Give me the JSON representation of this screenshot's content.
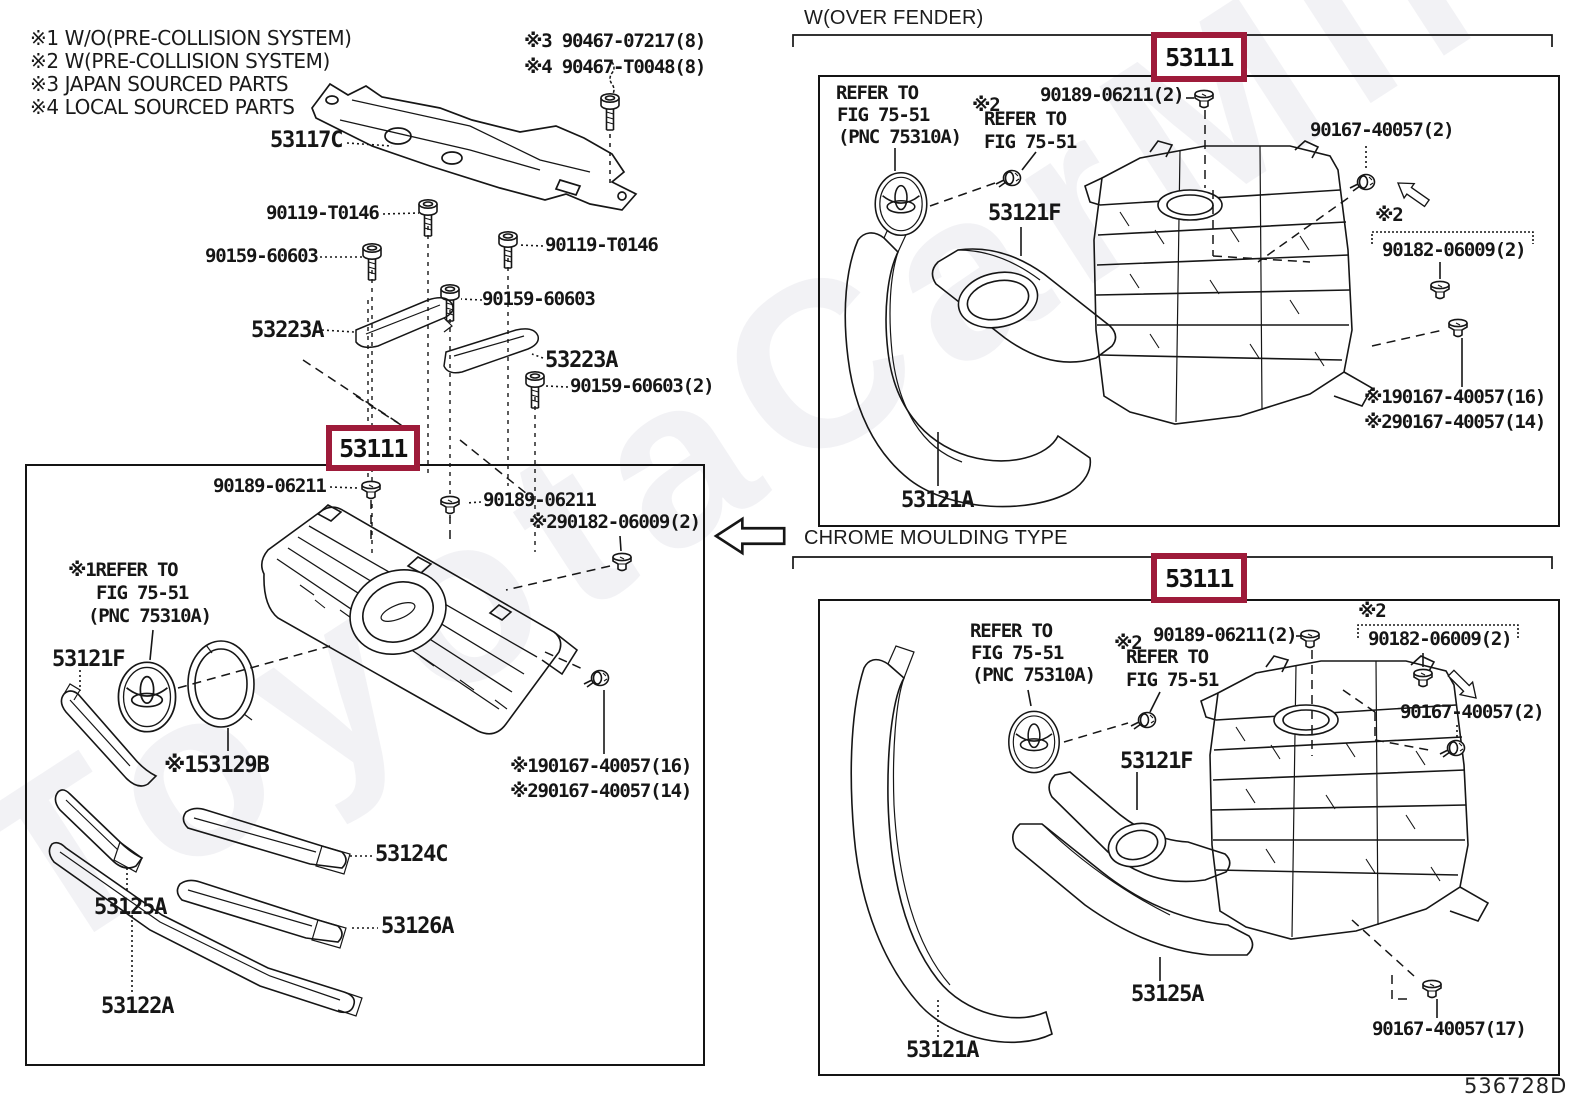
{
  "watermark": {
    "text": "ToyotaCarMirror.ru"
  },
  "badge_text": "53111",
  "diagram_code": "536728D",
  "accent_color": "#9e1b3a",
  "legend": {
    "line1": "※1 W/O(PRE-COLLISION SYSTEM)",
    "line2": "※2 W(PRE-COLLISION SYSTEM)",
    "line3": "※3 JAPAN SOURCED PARTS",
    "line4": "※4 LOCAL SOURCED PARTS"
  },
  "top": {
    "bolt3": "※3 90467-07217(8)",
    "bolt4": "※4 90467-T0048(8)",
    "cover": "53117C",
    "bolt_a": "90119-T0146",
    "bolt_b": "90159-60603",
    "bolt_c": "90119-T0146",
    "bolt_d": "90159-60603",
    "brace_l": "53223A",
    "brace_r": "53223A",
    "bolt_e": "90159-60603(2)"
  },
  "left_box": {
    "clip_a": "90189-06211",
    "clip_b": "90189-06211",
    "nut2": "※290182-06009(2)",
    "refer_a1": "※1REFER TO",
    "refer_a2": "FIG 75-51",
    "refer_a3": "(PNC 75310A)",
    "p53121f": "53121F",
    "p53129b": "※153129B",
    "screw16": "※190167-40057(16)",
    "screw14": "※290167-40057(14)",
    "p53124c": "53124C",
    "p53125a": "53125A",
    "p53126a": "53126A",
    "p53122a": "53122A"
  },
  "fender_box": {
    "title": "W(OVER FENDER)",
    "refer_a1": "REFER TO",
    "refer_a2": "FIG 75-51",
    "refer_a3": "(PNC 75310A)",
    "x2": "※2",
    "refer_b1": "REFER TO",
    "refer_b2": "FIG 75-51",
    "clip2": "90189-06211(2)",
    "screw2": "90167-40057(2)",
    "p53121f": "53121F",
    "x2b": "※2",
    "nut2": "90182-06009(2)",
    "p53121a": "53121A",
    "screw16": "※190167-40057(16)",
    "screw14": "※290167-40057(14)"
  },
  "chrome_box": {
    "title": "CHROME MOULDING TYPE",
    "refer_a1": "REFER TO",
    "refer_a2": "FIG 75-51",
    "refer_a3": "(PNC 75310A)",
    "x2": "※2",
    "refer_b1": "REFER TO",
    "refer_b2": "FIG 75-51",
    "clip2": "90189-06211(2)",
    "x2b": "※2",
    "nut2": "90182-06009(2)",
    "screw2": "90167-40057(2)",
    "p53121f": "53121F",
    "p53125a": "53125A",
    "p53121a": "53121A",
    "screw17": "90167-40057(17)"
  }
}
